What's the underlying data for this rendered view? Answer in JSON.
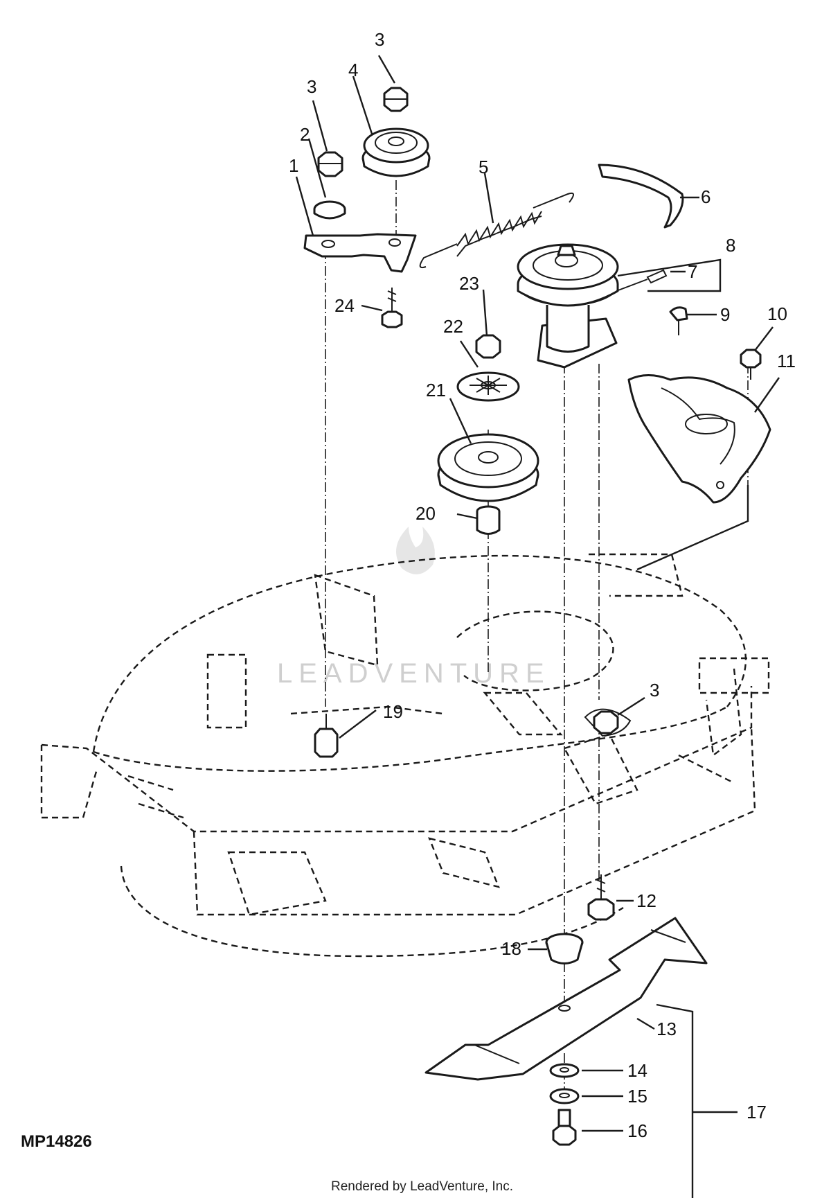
{
  "diagram": {
    "code": "MP14826",
    "credit": "Rendered by LeadVenture, Inc.",
    "watermark": "LEADVENTURE",
    "callouts": {
      "c1": "1",
      "c2": "2",
      "c3a": "3",
      "c3b": "3",
      "c3c": "3",
      "c4": "4",
      "c5": "5",
      "c6": "6",
      "c7": "7",
      "c8": "8",
      "c9": "9",
      "c10": "10",
      "c11": "11",
      "c12": "12",
      "c13": "13",
      "c14": "14",
      "c15": "15",
      "c16": "16",
      "c17": "17",
      "c18": "18",
      "c19": "19",
      "c20": "20",
      "c21": "21",
      "c22": "22",
      "c23": "23",
      "c24": "24"
    }
  }
}
